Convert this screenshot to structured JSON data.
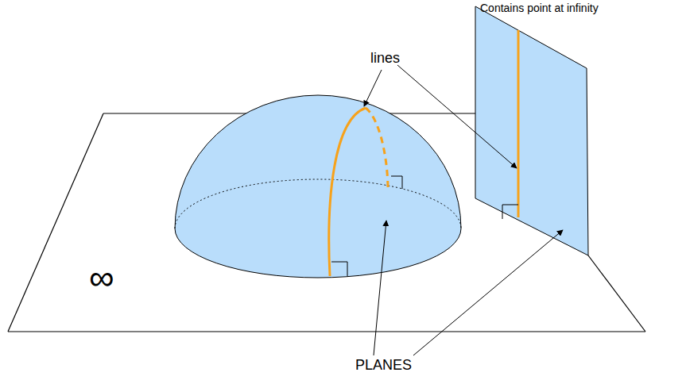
{
  "diagram": {
    "labels": [
      "Contains point at infinity",
      "lines",
      "PLANES",
      "∞"
    ]
  }
}
